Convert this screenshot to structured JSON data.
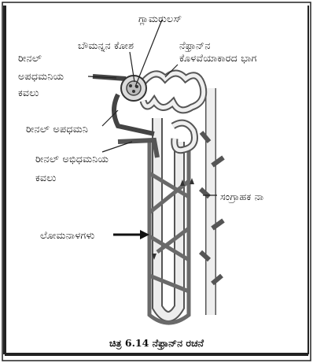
{
  "labels": {
    "glomerulus": "ಗ್ಲಾಮರುಲಸ್",
    "bowmans_capsule": "ಬೌಮನ್ನನ ಕೋಶ",
    "renal_afferent_l1": "ರೀನಲ್",
    "renal_afferent_l2": "ಅಪಧಮನಿಯ",
    "renal_afferent_l3": "ಕವಲು",
    "nephron_tubule_l1": "ನೆಫ್ರಾನ್‌ನ",
    "nephron_tubule_l2": "ಕೊಳವೆಯಾಕಾರದ ಭಾಗ",
    "renal_artery": "ರೀನಲ್ ಅಪಧಮನಿ",
    "renal_vein_l1": "ರೀನಲ್ ಅಭಿಧಮನಿಯ",
    "renal_vein_l2": "ಕವಲು",
    "collecting_duct": "ಸಂಗ್ರಾಹಕ ನಾ",
    "capillaries": "ಲೋಮನಾಳಗಳು"
  },
  "caption": "ಚಿತ್ರ 6.14 ನೆಫ್ರಾನ್‌ನ ರಚನೆ"
}
